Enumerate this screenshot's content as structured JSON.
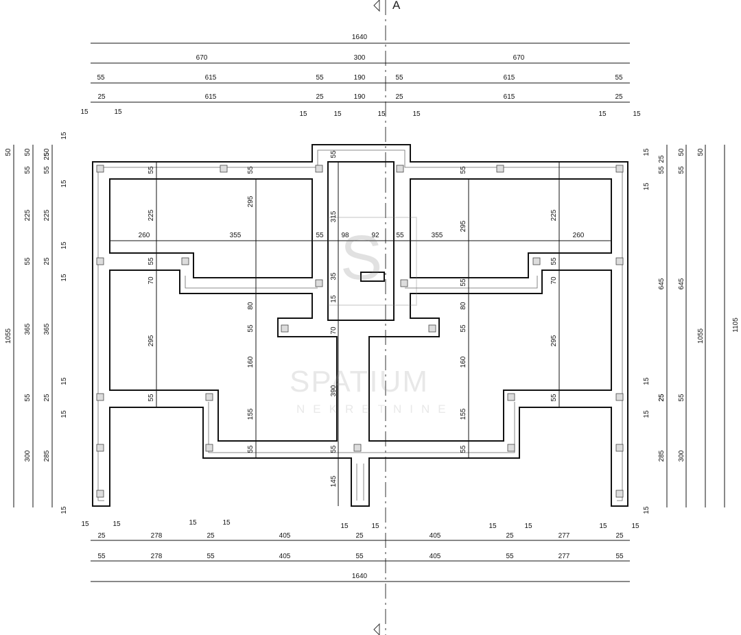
{
  "section_marker": "A",
  "watermark": {
    "logo_letter": "S",
    "brand": "SPATIUM",
    "sub": "NEKRETNINE"
  },
  "dims_top": {
    "row1": [
      "1640"
    ],
    "row2": [
      "670",
      "300",
      "670"
    ],
    "row3": [
      "55",
      "615",
      "55",
      "190",
      "55",
      "615",
      "55"
    ],
    "row4": [
      "25",
      "615",
      "25",
      "190",
      "25",
      "615",
      "25"
    ],
    "row4_small": [
      "15",
      "15",
      "15",
      "15",
      "15",
      "15",
      "15",
      "15"
    ]
  },
  "dims_bottom": {
    "row1": [
      "25",
      "278",
      "25",
      "405",
      "25",
      "405",
      "25",
      "277",
      "25"
    ],
    "row1_small": [
      "15",
      "15",
      "15",
      "15",
      "15",
      "15",
      "15",
      "15",
      "15",
      "15"
    ],
    "row2": [
      "55",
      "278",
      "55",
      "405",
      "55",
      "405",
      "55",
      "277",
      "55"
    ],
    "row3": [
      "1640"
    ]
  },
  "dims_left": {
    "outer": [
      "50",
      "1055"
    ],
    "col2": [
      "50",
      "55",
      "225",
      "55",
      "365",
      "55",
      "300"
    ],
    "col3": [
      "50",
      "55",
      "225",
      "25",
      "365",
      "25",
      "285"
    ],
    "col4_small": [
      "25",
      "15",
      "15",
      "15",
      "15",
      "15",
      "15",
      "15"
    ]
  },
  "dims_right": {
    "outer": [
      "1105"
    ],
    "col2": [
      "50",
      "55",
      "645",
      "1055",
      "55",
      "300"
    ],
    "col3": [
      "50",
      "645",
      "25",
      "55",
      "285"
    ],
    "col4_small": [
      "15",
      "25",
      "15",
      "15",
      "25",
      "15",
      "15"
    ]
  },
  "dims_interior": {
    "h1": [
      "260",
      "355",
      "55",
      "98",
      "92",
      "55",
      "355",
      "260"
    ],
    "v_left": [
      "225",
      "295",
      "70",
      "55",
      "55",
      "55"
    ],
    "v_center_left": [
      "295",
      "80",
      "55",
      "160",
      "155",
      "55",
      "55"
    ],
    "v_center": [
      "55",
      "315",
      "35",
      "15",
      "70",
      "390",
      "55",
      "145"
    ],
    "v_center_right": [
      "295",
      "80",
      "55",
      "160",
      "155",
      "55",
      "55"
    ],
    "v_right": [
      "225",
      "295",
      "70",
      "55",
      "55",
      "55"
    ]
  }
}
